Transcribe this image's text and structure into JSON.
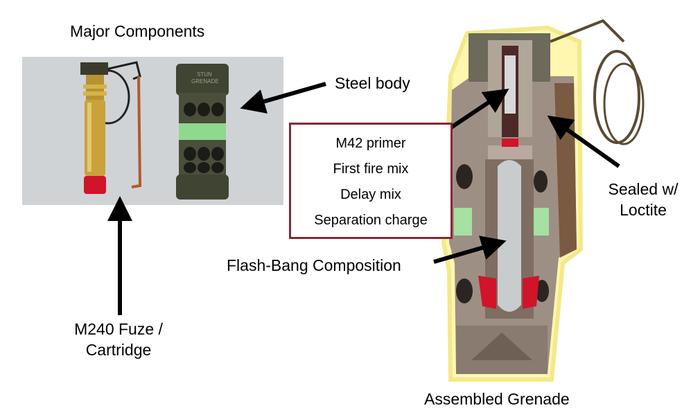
{
  "labels": {
    "major_components": "Major Components",
    "steel_body": "Steel body",
    "fuze_line1": "M240 Fuze /",
    "fuze_line2": "Cartridge",
    "sealed_line1": "Sealed w/",
    "sealed_line2": "Loctite",
    "flash_bang": "Flash-Bang Composition",
    "assembled": "Assembled Grenade"
  },
  "info_box": {
    "items": [
      "M42 primer",
      "First fire mix",
      "Delay mix",
      "Separation charge"
    ],
    "border_color": "#8b2532"
  },
  "photo_lettering": [
    "STUN",
    "GRENADE"
  ],
  "colors": {
    "arrow": "#000000",
    "grenade_body": "#4a4f3a",
    "green_band": "#8fd98f",
    "brass": "#c9a23a",
    "red_cap": "#d0142a",
    "steel": "#9e8f85",
    "filler": "#c8cccd"
  }
}
